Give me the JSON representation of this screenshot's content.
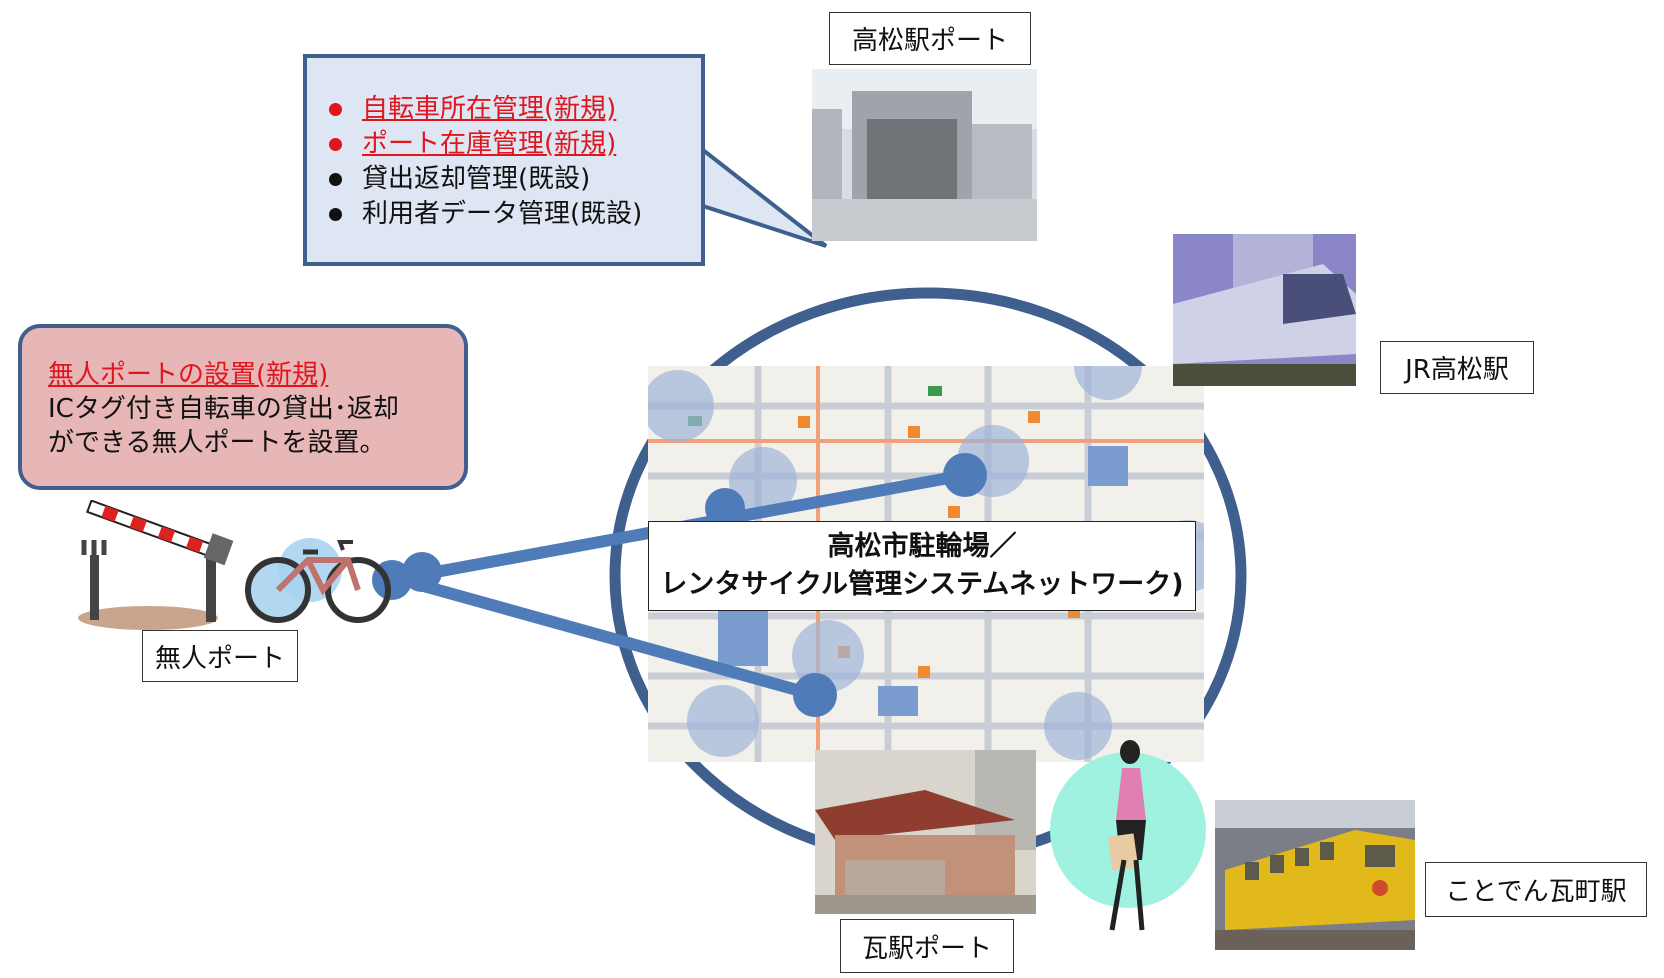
{
  "callout_management": {
    "items": [
      {
        "text": "自転車所在管理(新規)",
        "status": "new",
        "color": "#e0161f"
      },
      {
        "text": "ポート在庫管理(新規)",
        "status": "new",
        "color": "#e0161f"
      },
      {
        "text": "貸出返却管理(既設)",
        "status": "existing",
        "color": "#111111"
      },
      {
        "text": "利用者データ管理(既設)",
        "status": "existing",
        "color": "#111111"
      }
    ]
  },
  "callout_unmanned": {
    "title": "無人ポートの設置(新規)",
    "body_line1": "ICタグ付き自転車の貸出･返却",
    "body_line2": "ができる無人ポートを設置。"
  },
  "center": {
    "line1": "高松市駐輪場／",
    "line2": "レンタサイクル管理システムネットワーク)"
  },
  "labels": {
    "takamatsu_port": "高松駅ポート",
    "jr_takamatsu": "JR高松駅",
    "unmanned_port": "無人ポート",
    "kawara_port": "瓦駅ポート",
    "kotoden_kawaramachi": "ことでん瓦町駅"
  },
  "colors": {
    "network": "#3f5f8f",
    "link": "#4f7cb8",
    "new_item": "#e0161f",
    "callout_blue_bg": "#dde6f2",
    "callout_pink_bg": "#e7b6b6"
  }
}
